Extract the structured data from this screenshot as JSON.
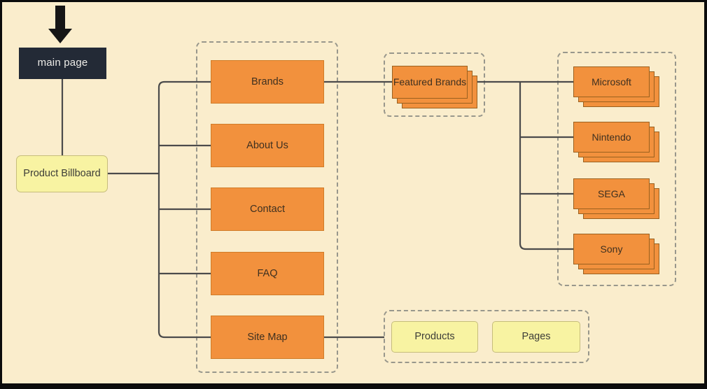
{
  "nodes": {
    "main_page": "main page",
    "product_billboard": "Product Billboard",
    "nav_pages": [
      "Brands",
      "About Us",
      "Contact",
      "FAQ",
      "Site Map"
    ],
    "featured_brands": "Featured Brands",
    "brand_pages": [
      "Microsoft",
      "Nintendo",
      "SEGA",
      "Sony"
    ],
    "site_map_children": [
      "Products",
      "Pages"
    ]
  },
  "icons": {
    "entry_arrow": "down-arrow"
  },
  "colors": {
    "background": "#faedcc",
    "orange_fill": "#f2913d",
    "orange_border": "#d07c28",
    "stack_border": "#9a611f",
    "yellow_fill": "#f8f3a2",
    "yellow_border": "#c6bd7c",
    "dark_fill": "#232a36",
    "connector": "#4b4b4b",
    "dashed_border": "#98978c",
    "frame": "#0c0c0c"
  }
}
